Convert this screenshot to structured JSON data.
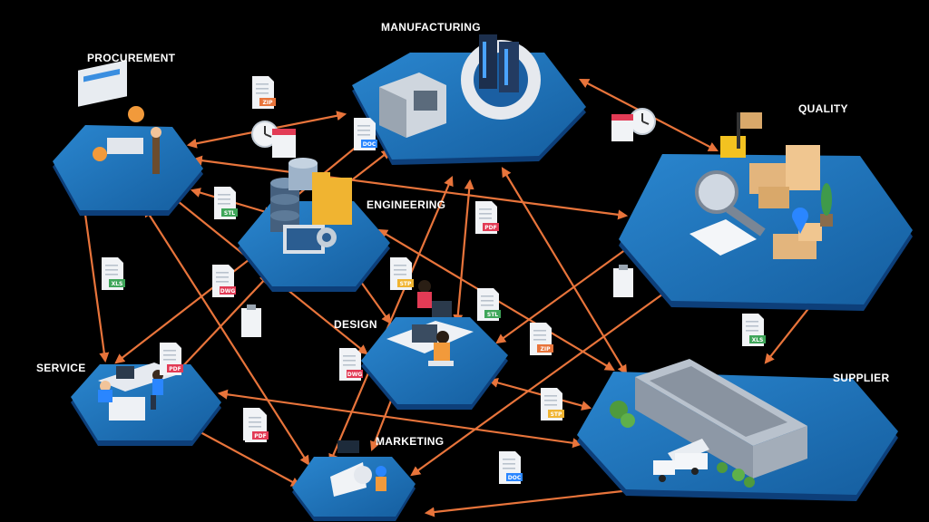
{
  "nodes": {
    "manufacturing": {
      "label": "MANUFACTURING"
    },
    "procurement": {
      "label": "PROCUREMENT"
    },
    "quality": {
      "label": "QUALITY"
    },
    "engineering": {
      "label": "ENGINEERING"
    },
    "design": {
      "label": "DESIGN"
    },
    "service": {
      "label": "SERVICE"
    },
    "supplier": {
      "label": "SUPPLIER"
    },
    "marketing": {
      "label": "MARKETING"
    }
  },
  "file_badges": [
    {
      "id": "zip-1",
      "text": "ZIP"
    },
    {
      "id": "doc-1",
      "text": "DOC"
    },
    {
      "id": "stl-1",
      "text": "STL"
    },
    {
      "id": "xls-1",
      "text": "XLS"
    },
    {
      "id": "dwg-1",
      "text": "DWG"
    },
    {
      "id": "pdf-1",
      "text": "PDF"
    },
    {
      "id": "stp-1",
      "text": "STP"
    },
    {
      "id": "stl-2",
      "text": "STL"
    },
    {
      "id": "zip-2",
      "text": "ZIP"
    },
    {
      "id": "xls-2",
      "text": "XLS"
    },
    {
      "id": "dwg-2",
      "text": "DWG"
    },
    {
      "id": "pdf-2",
      "text": "PDF"
    },
    {
      "id": "pdf-3",
      "text": "PDF"
    },
    {
      "id": "stp-2",
      "text": "STP"
    },
    {
      "id": "doc-2",
      "text": "DOC"
    },
    {
      "id": "pdf-4",
      "text": "PDF"
    }
  ],
  "colors": {
    "background": "#000000",
    "arrow": "#e8743b",
    "platform_top": "#1f73b7",
    "platform_side": "#0d3f7a",
    "badge_paper": "#f1f3f6"
  }
}
